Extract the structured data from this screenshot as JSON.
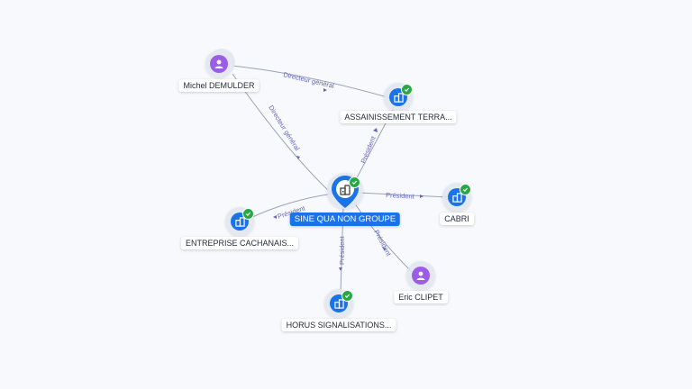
{
  "colors": {
    "company": "#1a73e8",
    "person": "#9b5de5",
    "verified": "#27a844",
    "edge": "#9aa3b5",
    "edge_label": "#6366b8"
  },
  "nodes": {
    "center": {
      "label": "SINE QUA NON GROUPE",
      "icon": "building-icon",
      "verified": true
    },
    "michel": {
      "label": "Michel DEMULDER",
      "icon": "person-icon"
    },
    "assainissement": {
      "label": "ASSAINISSEMENT TERRA...",
      "icon": "building-icon",
      "verified": true
    },
    "cabri": {
      "label": "CABRI",
      "icon": "building-icon",
      "verified": true
    },
    "entreprise": {
      "label": "ENTREPRISE CACHANAIS...",
      "icon": "building-icon",
      "verified": true
    },
    "horus": {
      "label": "HORUS SIGNALISATIONS...",
      "icon": "building-icon",
      "verified": true
    },
    "eric": {
      "label": "Eric CLIPET",
      "icon": "person-icon"
    }
  },
  "edges": {
    "michel_assainissement": "Directeur général",
    "michel_center": "Directeur général",
    "center_assainissement": "Président",
    "center_cabri": "Président",
    "center_entreprise": "Président",
    "center_horus": "Président",
    "eric_center": "Président"
  }
}
